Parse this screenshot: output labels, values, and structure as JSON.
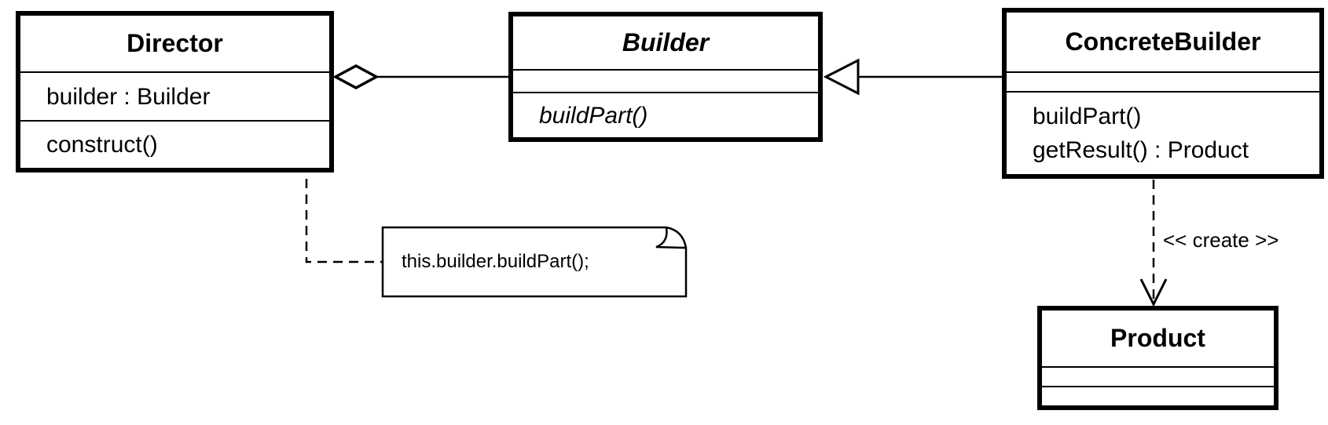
{
  "classes": {
    "director": {
      "name": "Director",
      "attributes": [
        "builder : Builder"
      ],
      "methods": [
        "construct()"
      ]
    },
    "builder": {
      "name": "Builder",
      "abstract": true,
      "attributes": [],
      "methods": [
        "buildPart()"
      ]
    },
    "concrete_builder": {
      "name": "ConcreteBuilder",
      "attributes": [],
      "methods": [
        "buildPart()",
        "getResult() : Product"
      ]
    },
    "product": {
      "name": "Product",
      "attributes": [],
      "methods": []
    }
  },
  "note": {
    "text": "this.builder.buildPart();"
  },
  "relationships": [
    {
      "type": "aggregation",
      "from": "Director",
      "to": "Builder"
    },
    {
      "type": "generalization",
      "from": "ConcreteBuilder",
      "to": "Builder"
    },
    {
      "type": "dependency",
      "from": "ConcreteBuilder",
      "to": "Product",
      "label": "<< create >>"
    },
    {
      "type": "note-attachment",
      "from": "Director.construct()",
      "to": "note"
    }
  ],
  "colors": {
    "stroke": "#000000",
    "background": "#ffffff"
  }
}
